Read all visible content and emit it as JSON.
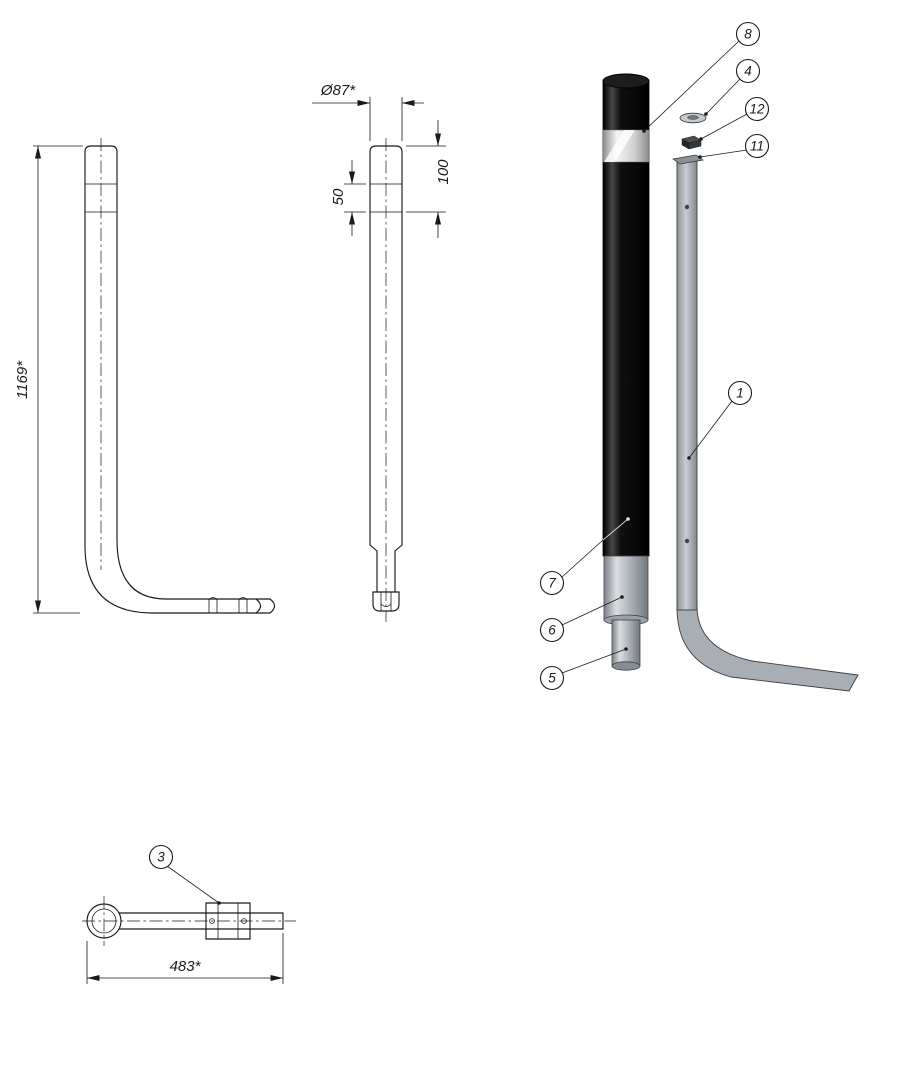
{
  "drawing": {
    "dimensions": {
      "overall_height": "1169*",
      "diameter": "Ø87*",
      "top_to_band": "100",
      "band_width": "50",
      "base_length": "483*"
    },
    "callouts": {
      "item1": "1",
      "item3": "3",
      "item4": "4",
      "item5": "5",
      "item6": "6",
      "item7": "7",
      "item8": "8",
      "item11": "11",
      "item12": "12"
    },
    "colors": {
      "line": "#1a1a1a",
      "post_black": "#111111",
      "cap_black": "#1d1d1d",
      "band_silver": "#e8e8e8",
      "band_highlight": "#ffffff",
      "metal_gray": "#a9aeb4",
      "background": "#ffffff"
    }
  }
}
